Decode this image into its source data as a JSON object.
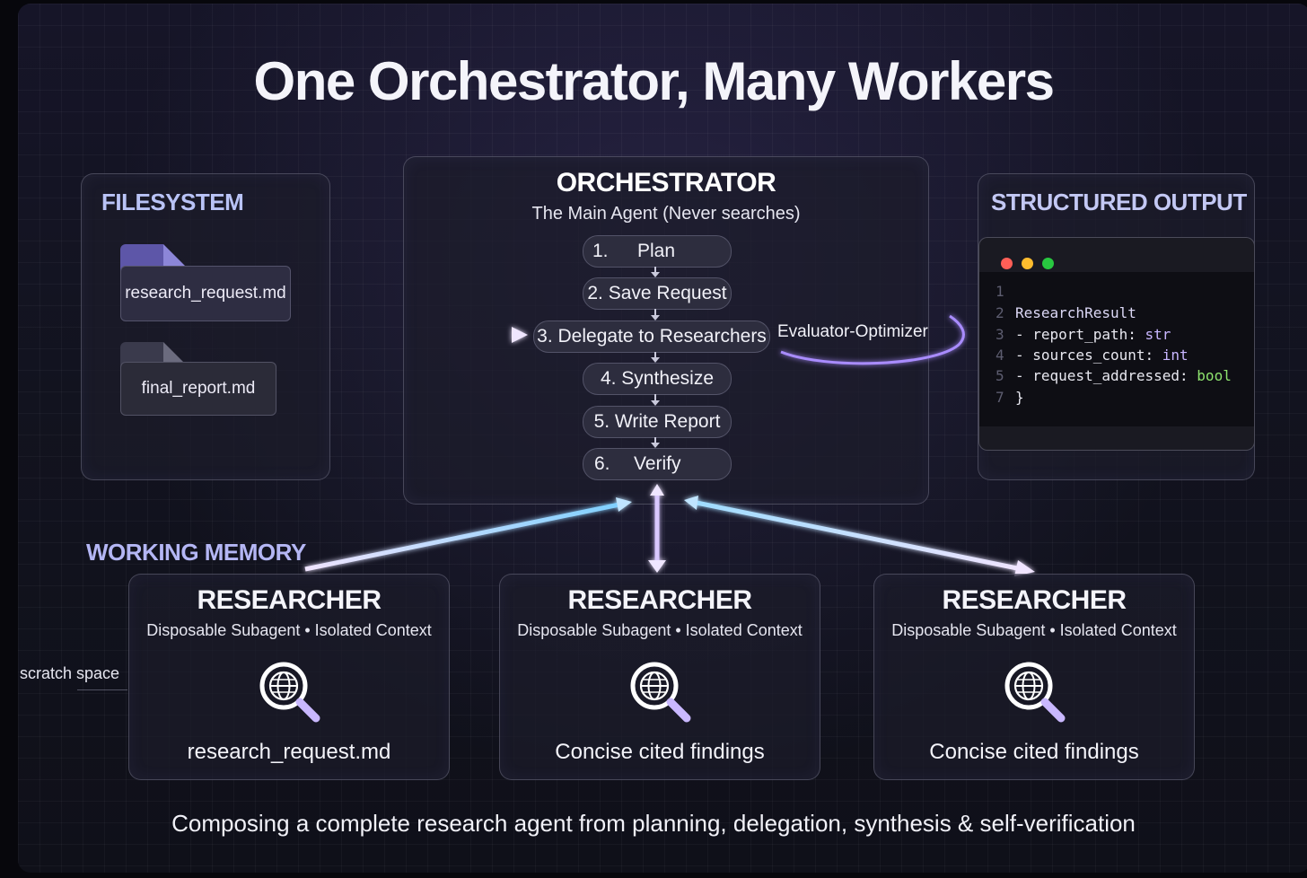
{
  "title": "One Orchestrator, Many Workers",
  "filesystem": {
    "title": "FILESYSTEM",
    "files": [
      "research_request.md",
      "final_report.md"
    ]
  },
  "orchestrator": {
    "title": "ORCHESTRATOR",
    "subtitle": "The Main Agent (Never searches)",
    "steps": [
      {
        "num": "1.",
        "label": "Plan"
      },
      {
        "num": "",
        "label": "2. Save Request"
      },
      {
        "num": "",
        "label": "3. Delegate to Researchers"
      },
      {
        "num": "",
        "label": "4. Synthesize"
      },
      {
        "num": "",
        "label": "5. Write Report"
      },
      {
        "num": "6.",
        "label": "Verify"
      }
    ],
    "side_label": "Evaluator-Optimizer"
  },
  "structured_output": {
    "title": "STRUCTURED OUTPUT",
    "lines": [
      {
        "no": "1",
        "text": ""
      },
      {
        "no": "2",
        "text": "ResearchResult"
      },
      {
        "no": "3",
        "text": "- report_path: ",
        "type": "str"
      },
      {
        "no": "4",
        "text": "- sources_count: ",
        "type": "int"
      },
      {
        "no": "5",
        "text": "- request_addressed: ",
        "type": "bool"
      },
      {
        "no": "7",
        "text": "}"
      }
    ]
  },
  "working_memory": {
    "label": "WORKING MEMORY",
    "scratch_label": "scratch space"
  },
  "researchers": [
    {
      "title": "RESEARCHER",
      "subtitle": "Disposable Subagent • Isolated Context",
      "footer": "research_request.md"
    },
    {
      "title": "RESEARCHER",
      "subtitle": "Disposable Subagent • Isolated Context",
      "footer": "Concise cited findings"
    },
    {
      "title": "RESEARCHER",
      "subtitle": "Disposable Subagent • Isolated Context",
      "footer": "Concise cited findings"
    }
  ],
  "caption": "Composing a complete research agent from planning, delegation, synthesis & self-verification",
  "colors": {
    "accent_purple": "#a98cff",
    "accent_blue": "#8fb4ff",
    "dot_red": "#ff5f57",
    "dot_yellow": "#febc2e",
    "dot_green": "#28c840"
  }
}
